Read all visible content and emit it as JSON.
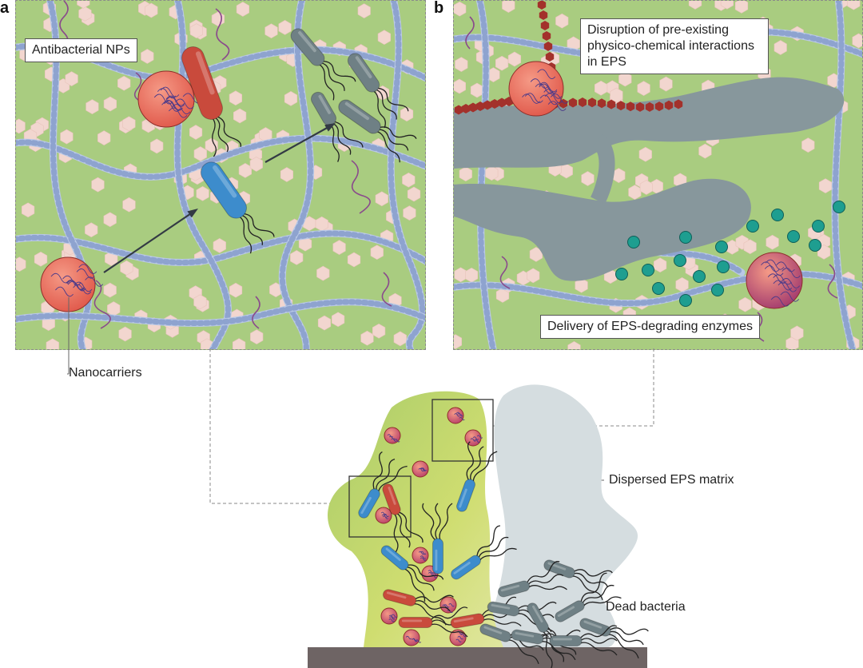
{
  "panel_a": {
    "letter": "a",
    "label": "Antibacterial NPs"
  },
  "panel_b": {
    "letter": "b",
    "label_top": "Disruption of pre-existing physico-chemical interactions  in EPS",
    "label_bottom": "Delivery of EPS-degrading enzymes"
  },
  "labels": {
    "nanocarriers": "Nanocarriers",
    "dispersed_matrix": "Dispersed EPS matrix",
    "dead_bacteria": "Dead bacteria"
  },
  "colors": {
    "matrix_green": "#a9cc80",
    "hexagon_pink": "#f2d6cf",
    "chain_blue": "#b9c8e6",
    "nanoparticle_red": "#e0584a",
    "bacterium_blue": "#3d8ccc",
    "bacterium_red": "#c94a3c",
    "bacterium_grey": "#6f8085",
    "enzyme_teal": "#1e9e90",
    "substrate": "#6e6464"
  }
}
